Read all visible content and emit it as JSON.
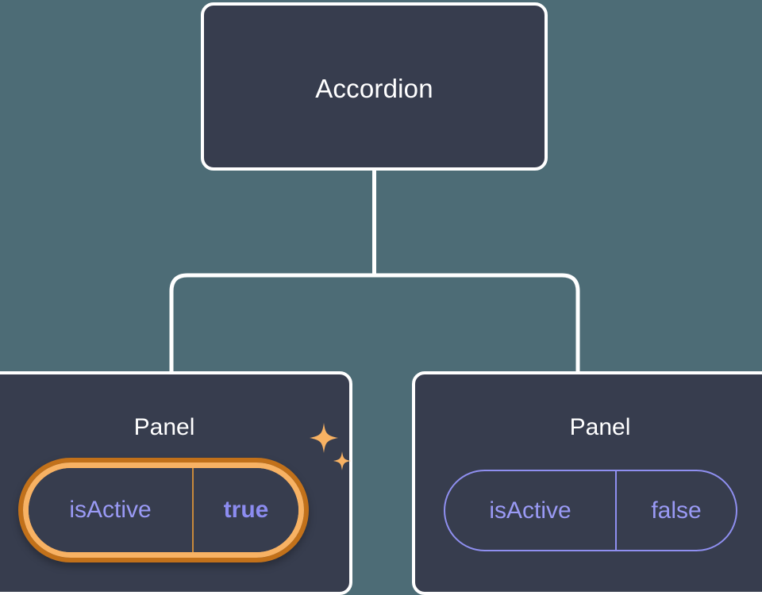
{
  "canvas": {
    "background_color": "#4D6C76",
    "node_fill_color": "#373D4E",
    "node_border_color": "#FFFFFF",
    "connector_color": "#FFFFFF",
    "prop_text_color": "#9A9AF5",
    "highlight_outer_color": "#C2711A",
    "highlight_inner_color": "#F8B263",
    "sparkle_color": "#F8B263"
  },
  "tree": {
    "root": {
      "label": "Accordion"
    },
    "children": [
      {
        "label": "Panel",
        "highlighted": true,
        "prop": {
          "key": "isActive",
          "value": "true"
        },
        "decoration": "sparkles-icon"
      },
      {
        "label": "Panel",
        "highlighted": false,
        "prop": {
          "key": "isActive",
          "value": "false"
        }
      }
    ]
  }
}
